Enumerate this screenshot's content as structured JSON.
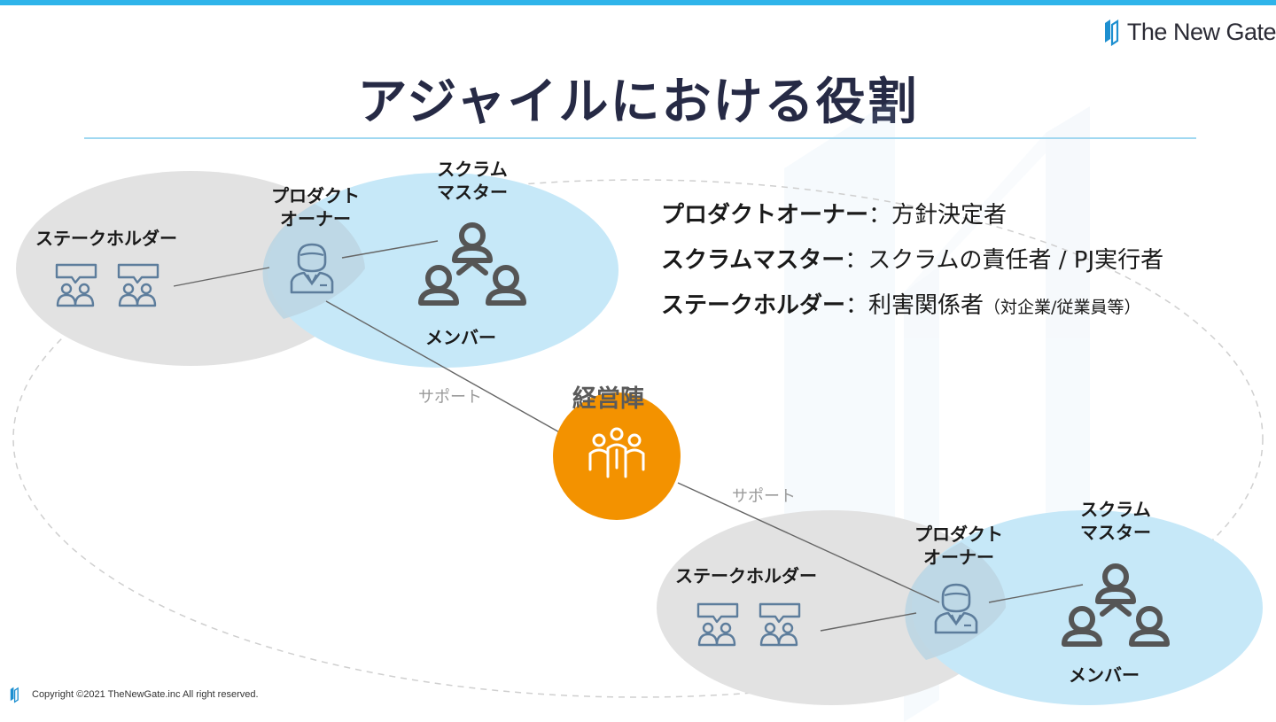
{
  "brand": {
    "name": "The New Gate"
  },
  "slide": {
    "title": "アジャイルにおける役割"
  },
  "team_top": {
    "stakeholder": "ステークホルダー",
    "product_owner": "プロダクト\nオーナー",
    "scrum_master": "スクラム\nマスター",
    "members": "メンバー"
  },
  "team_bottom": {
    "stakeholder": "ステークホルダー",
    "product_owner": "プロダクト\nオーナー",
    "scrum_master": "スクラム\nマスター",
    "members": "メンバー"
  },
  "management": {
    "label": "経営陣"
  },
  "support_labels": [
    "サポート",
    "サポート"
  ],
  "legend": [
    {
      "term": "プロダクトオーナー",
      "sep": "：",
      "desc": "方針決定者",
      "note": ""
    },
    {
      "term": "スクラムマスター",
      "sep": "：",
      "desc": "スクラムの責任者 / PJ実行者",
      "note": ""
    },
    {
      "term": "ステークホルダー",
      "sep": "：",
      "desc": "利害関係者",
      "note": "（対企業/従業員等）"
    }
  ],
  "footer": {
    "copyright": "Copyright ©2021  TheNewGate.inc  All right reserved."
  },
  "colors": {
    "accent": "#2fb4ea",
    "stakeholder_fill": "#e2e2e2",
    "team_fill": "#c6e8f8",
    "management_fill": "#f39200",
    "icon_dark": "#555555",
    "icon_blue": "#5d7d9c"
  }
}
